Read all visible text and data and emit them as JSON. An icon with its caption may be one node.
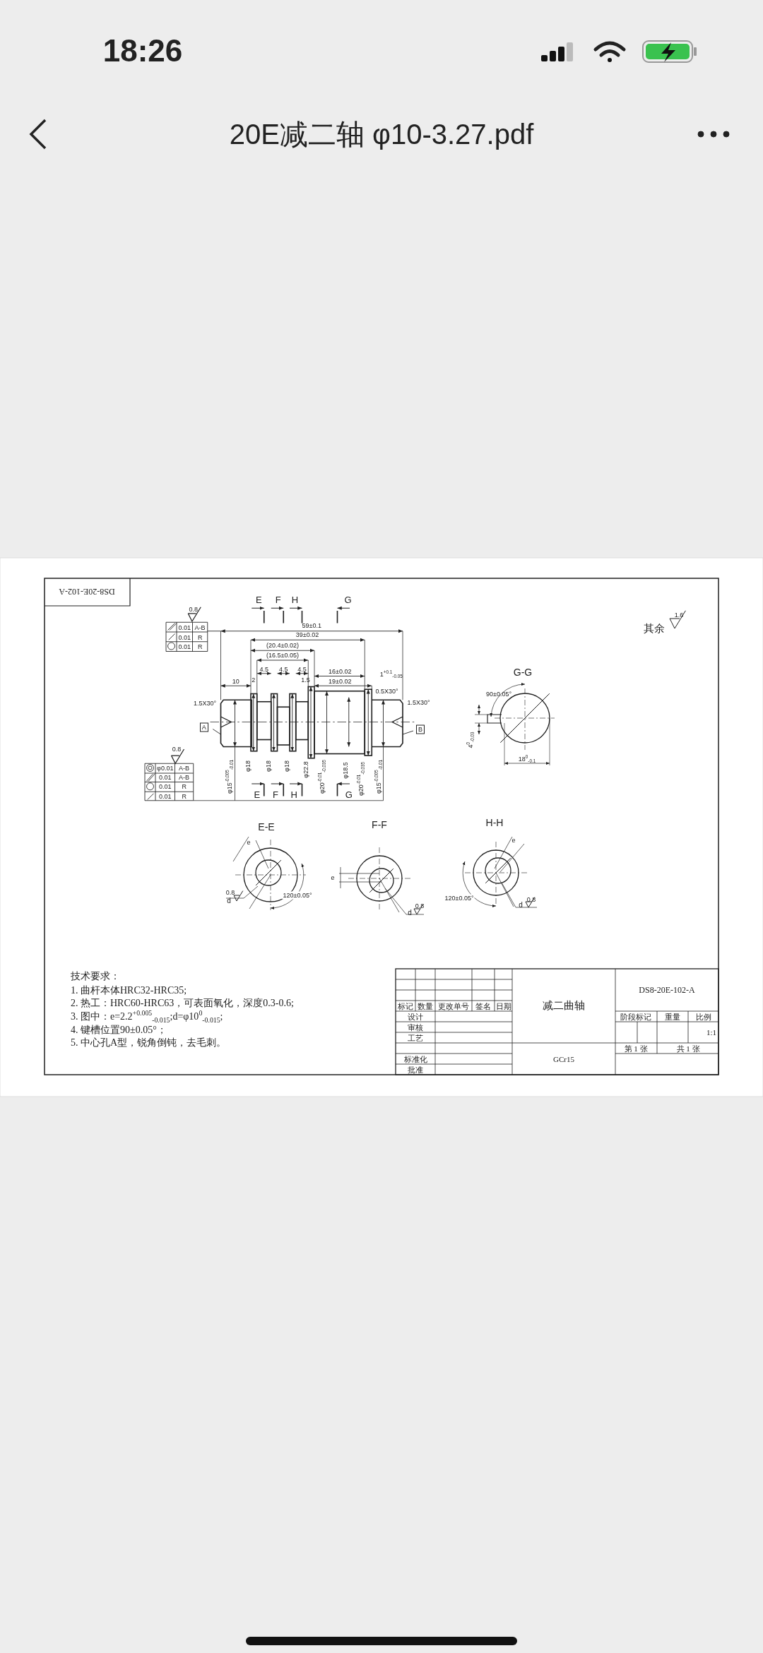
{
  "diagram": {
    "title": "20E减二轴 φ10-3.27.pdf",
    "labels": [
      "18:26",
      "DS8-20E-102-A",
      "其余",
      "1.6",
      "E",
      "F",
      "H",
      "G",
      "0.8",
      "0.01",
      "A-B",
      "0.01",
      "R",
      "0.01",
      "R",
      "59±0.1",
      "39±0.02",
      "(20.4±0.02)",
      "(16.5±0.05)",
      "4.5",
      "4.5",
      "4.5",
      "10",
      "2",
      "1.5",
      "16±0.02",
      "19±0.02",
      "1$^{+0.1}$$_{-0.05}$",
      "0.5X30°",
      "1.5X30°",
      "1.5X30°",
      "A",
      "B",
      "φ15$^{-0.005}$$_{-0.01}$",
      "φ18",
      "φ18",
      "φ18",
      "φ22.8",
      "φ20$^{-0.01}$$_{-0.035}$",
      "φ18.5",
      "φ20$^{-0.01}$$_{-0.035}$",
      "φ15$^{-0.005}$$_{-0.01}$",
      "0.8",
      "φ0.01",
      "A-B",
      "0.01",
      "A-B",
      "0.01",
      "R",
      "0.01",
      "R",
      "E",
      "F",
      "H",
      "G",
      "G-G",
      "90±0.05°",
      "4$^{0}$$_{-0.03}$",
      "18$^{0}$$_{-0.1}$",
      "E-E",
      "F-F",
      "H-H",
      "e",
      "0.8",
      "d",
      "120±0.05°",
      "e",
      "d",
      "0.8",
      "120±0.05°",
      "e",
      "d",
      "0.8",
      "技术要求：",
      "1. 曲杆本体HRC32-HRC35;",
      "2. 热工：HRC60-HRC63，可表面氧化，深度0.3-0.6;",
      "3. 图中：e=2.2$^{+0.005}$$_{-0.015}$;d=φ10$^{0}$$_{-0.015}$;",
      "4. 键槽位置90±0.05°；",
      "5. 中心孔A型，锐角倒钝，去毛刺。",
      "标记",
      "数量",
      "更改单号",
      "签名",
      "日期",
      "设计",
      "审核",
      "工艺",
      "标准化",
      "批准",
      "减二曲轴",
      "GCr15",
      "DS8-20E-102-A",
      "阶段标记",
      "重量",
      "比例",
      "1:1",
      "第 1 张",
      "共 1 张"
    ]
  }
}
